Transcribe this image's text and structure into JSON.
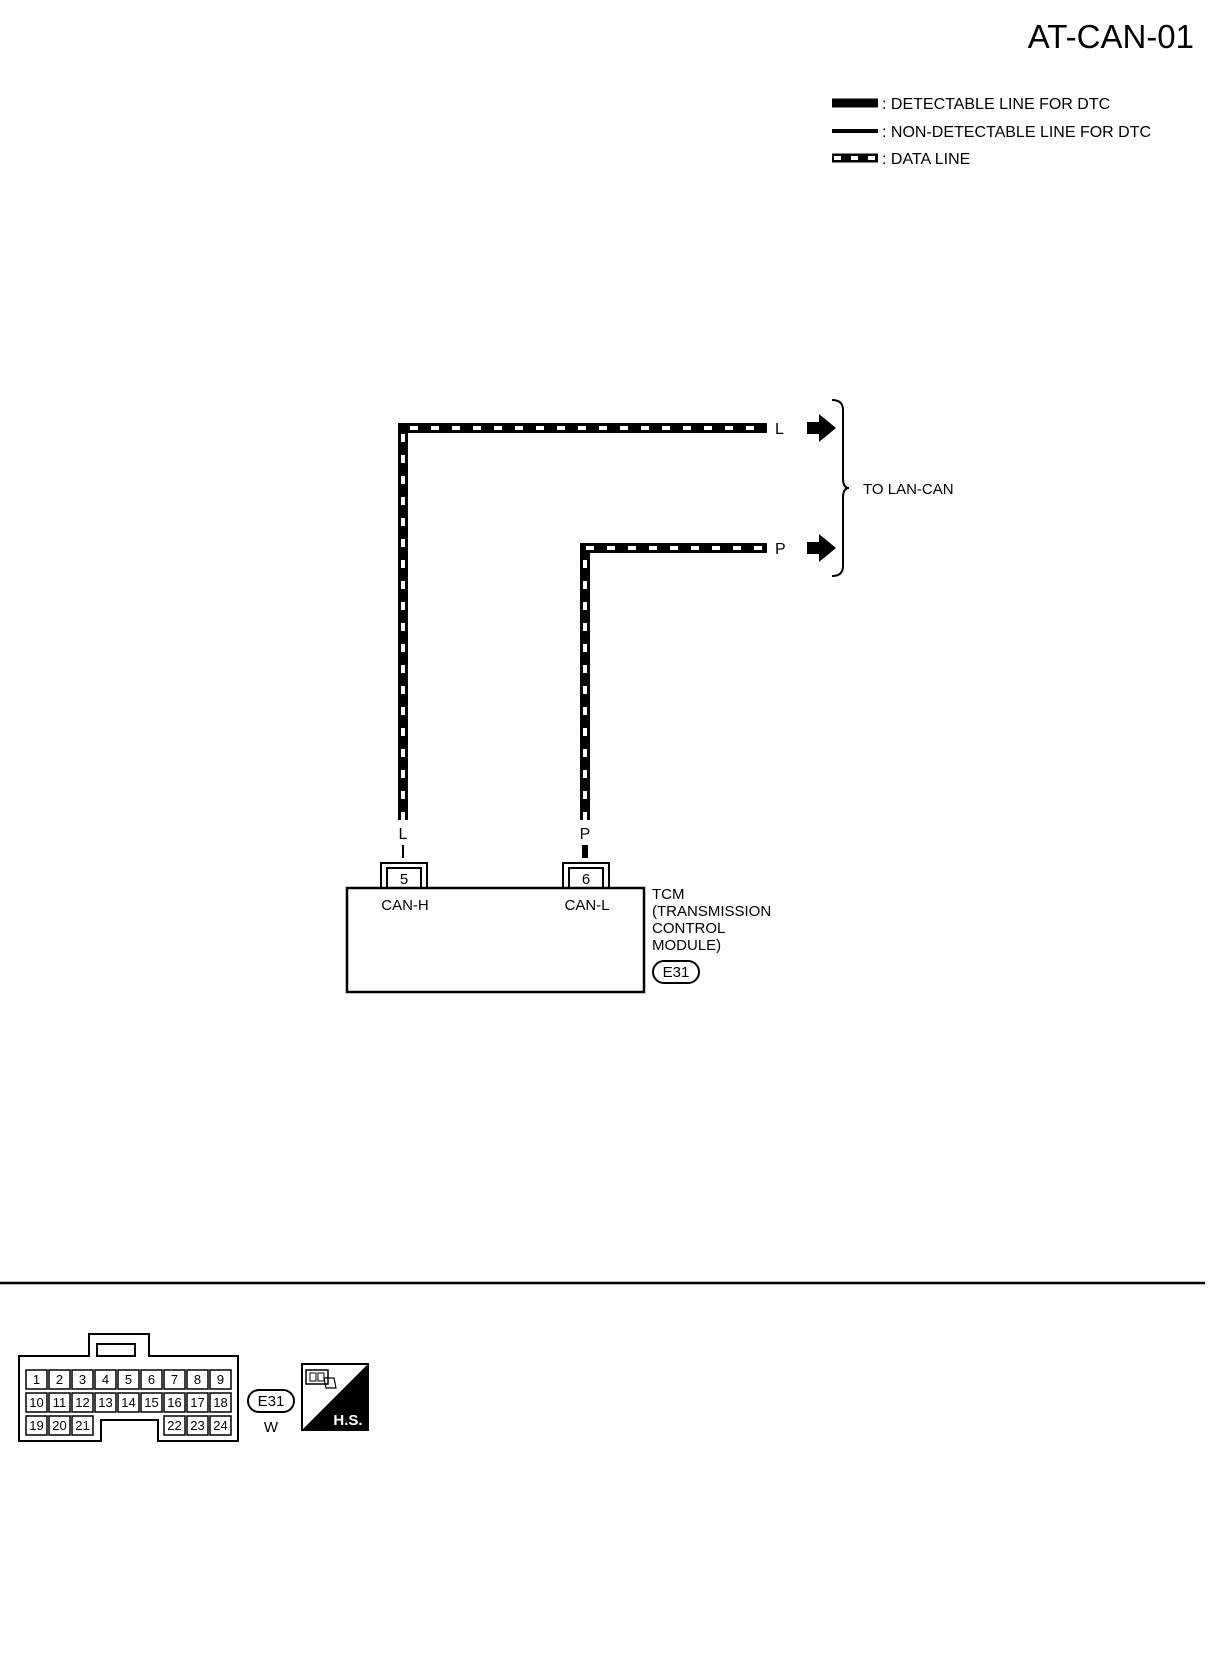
{
  "page_id": "AT-CAN-01",
  "legend": [
    {
      "style": "detectable",
      "label": ": DETECTABLE LINE FOR DTC"
    },
    {
      "style": "non-detectable",
      "label": ": NON-DETECTABLE LINE FOR DTC"
    },
    {
      "style": "data",
      "label": ": DATA LINE"
    }
  ],
  "wires": [
    {
      "color": "L",
      "end_color": "L",
      "pin": "5",
      "pin_name": "CAN-H"
    },
    {
      "color": "P",
      "end_color": "P",
      "pin": "6",
      "pin_name": "CAN-L"
    }
  ],
  "destination": "TO LAN-CAN",
  "module": {
    "lines": [
      "TCM",
      "(TRANSMISSION",
      "CONTROL",
      "MODULE)"
    ],
    "connector": "E31"
  },
  "connector_view": {
    "rows": [
      [
        "1",
        "2",
        "3",
        "4",
        "5",
        "6",
        "7",
        "8",
        "9"
      ],
      [
        "10",
        "11",
        "12",
        "13",
        "14",
        "15",
        "16",
        "17",
        "18"
      ],
      [
        "19",
        "20",
        "21",
        "22",
        "23",
        "24"
      ]
    ],
    "id": "E31",
    "color_code": "W",
    "hs_label": "H.S."
  }
}
